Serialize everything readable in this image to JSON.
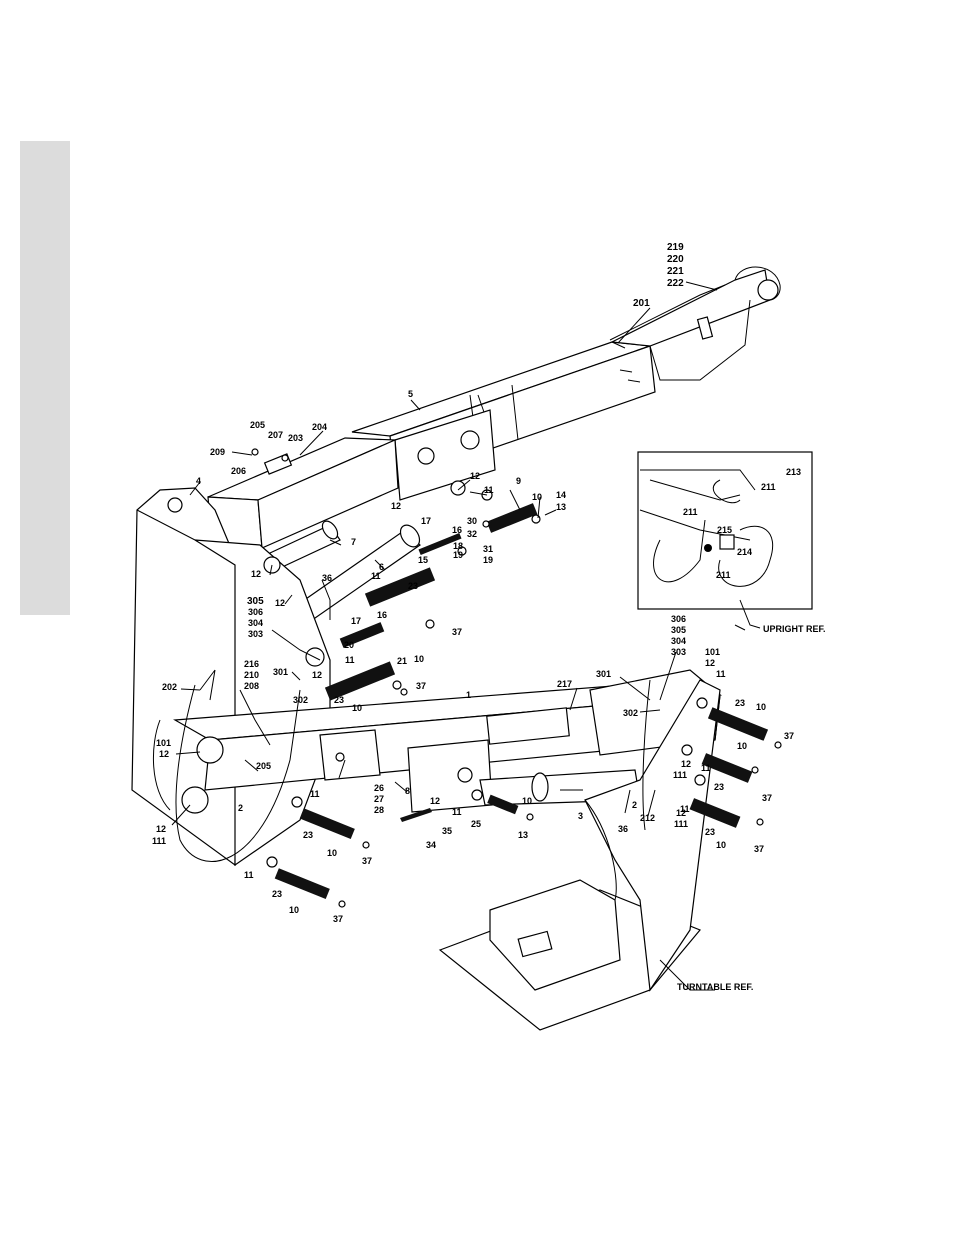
{
  "labels": {
    "l219": "219",
    "l220": "220",
    "l221": "221",
    "l222": "222",
    "l201": "201",
    "l5": "5",
    "l205a": "205",
    "l207": "207",
    "l203": "203",
    "l204": "204",
    "l209": "209",
    "l206": "206",
    "l4": "4",
    "l12a": "12",
    "l11a": "11",
    "l9": "9",
    "l10a": "10",
    "l14": "14",
    "l13a": "13",
    "l12b": "12",
    "l30": "30",
    "l32": "32",
    "l31": "31",
    "l19a": "19",
    "l17a": "17",
    "l16a": "16",
    "l18": "18",
    "l19b": "19",
    "l15": "15",
    "l7": "7",
    "l6": "6",
    "l12c": "12",
    "l12d": "12",
    "l36a": "36",
    "l11b": "11",
    "l23a": "23",
    "l17b": "17",
    "l16b": "16",
    "l305a": "305",
    "l306a": "306",
    "l304a": "304",
    "l303a": "303",
    "l20": "20",
    "l21": "21",
    "l10b": "10",
    "l37a": "37",
    "l216": "216",
    "l210": "210",
    "l208": "208",
    "l301a": "301",
    "l12e": "12",
    "l11c": "11",
    "l302a": "302",
    "l23b": "23",
    "l37b": "37",
    "l10c": "10",
    "l202": "202",
    "l1": "1",
    "l217": "217",
    "l301b": "301",
    "l302b": "302",
    "l101a": "101",
    "l12f": "12",
    "l205b": "205",
    "l2a": "2",
    "l12g": "12",
    "l111a": "111",
    "l26": "26",
    "l27": "27",
    "l28": "28",
    "l8": "8",
    "l11d": "11",
    "l23c": "23",
    "l10d": "10",
    "l37c": "37",
    "l35": "35",
    "l34": "34",
    "l12h": "12",
    "l11e": "11",
    "l10e": "10",
    "l25": "25",
    "l13b": "13",
    "l3": "3",
    "l2b": "2",
    "l212": "212",
    "l36b": "36",
    "l11f": "11",
    "l23d": "23",
    "l10f": "10",
    "l37d": "37",
    "l306b": "306",
    "l305b": "305",
    "l304b": "304",
    "l303b": "303",
    "l101b": "101",
    "l12i": "12",
    "l11g": "11",
    "l23e": "23",
    "l10g": "10",
    "l37e": "37",
    "l10h": "10",
    "l12j": "12",
    "l111b": "111",
    "l11h": "11",
    "l23f": "23",
    "l37f": "37",
    "l12k": "12",
    "l111c": "111",
    "l11i": "11",
    "l23g": "23",
    "l10i": "10",
    "l37g": "37",
    "l213": "213",
    "l211a": "211",
    "l211b": "211",
    "l215": "215",
    "l214": "214",
    "l211c": "211",
    "upright_ref": "UPRIGHT REF.",
    "turntable_ref": "TURNTABLE REF."
  }
}
